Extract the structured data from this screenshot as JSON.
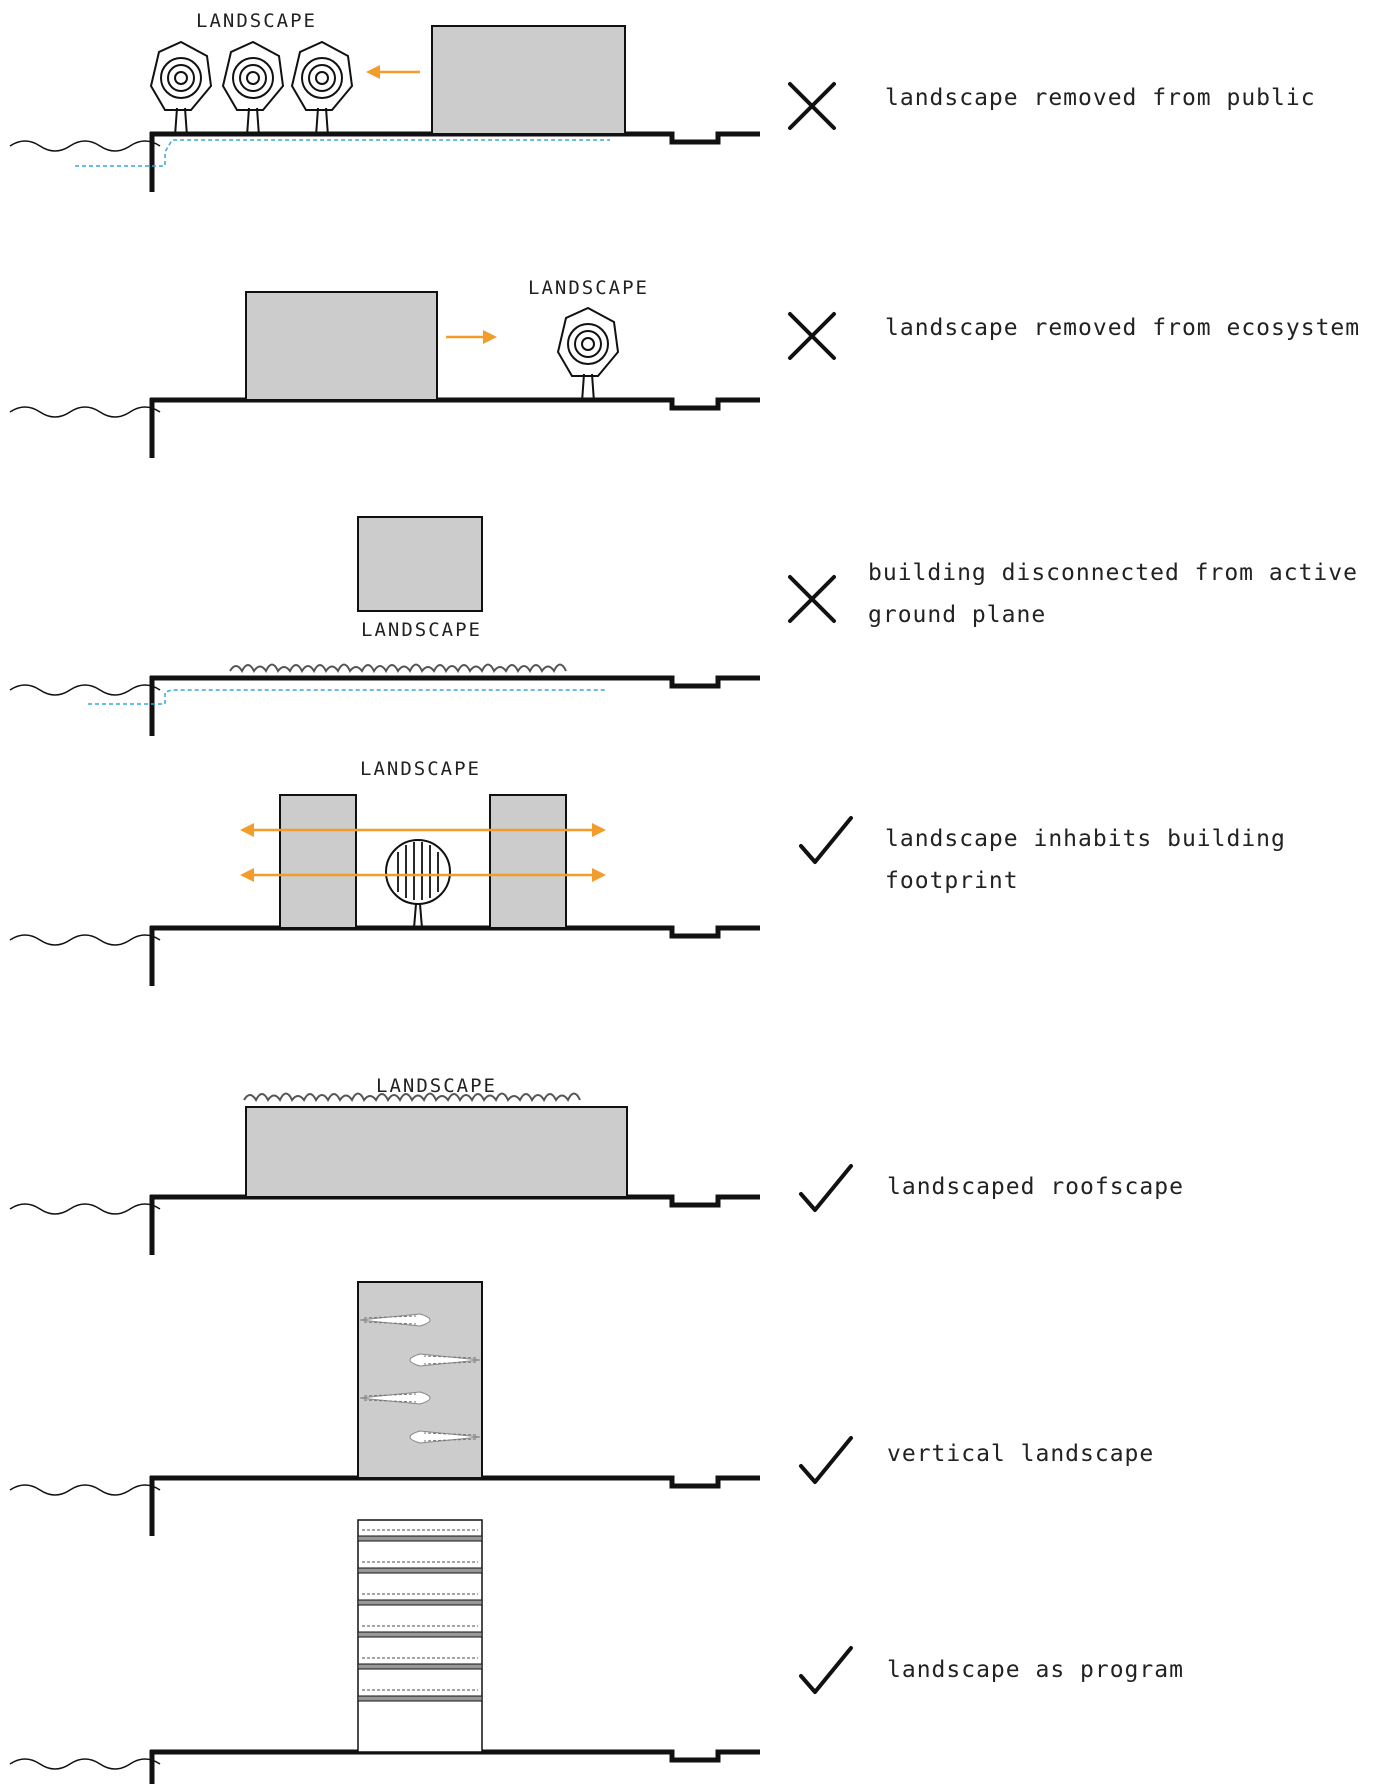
{
  "diagram": {
    "rows": [
      {
        "landscape_label": "LANDSCAPE",
        "verdict": "cross",
        "caption": "landscape removed from public"
      },
      {
        "landscape_label": "LANDSCAPE",
        "verdict": "cross",
        "caption": "landscape removed from ecosystem"
      },
      {
        "landscape_label": "LANDSCAPE",
        "verdict": "cross",
        "caption": "building disconnected from active ground plane"
      },
      {
        "landscape_label": "LANDSCAPE",
        "verdict": "check",
        "caption": "landscape inhabits building footprint"
      },
      {
        "landscape_label": "LANDSCAPE",
        "verdict": "check",
        "caption": "landscaped roofscape"
      },
      {
        "landscape_label": "",
        "verdict": "check",
        "caption": "vertical landscape"
      },
      {
        "landscape_label": "",
        "verdict": "check",
        "caption": "landscape as program"
      }
    ],
    "colors": {
      "building_fill": "#cccccc",
      "line": "#111111",
      "arrow": "#f39c2c",
      "water_line": "#39a7d8"
    },
    "icons": {
      "cross": "cross-icon",
      "check": "check-icon"
    }
  }
}
